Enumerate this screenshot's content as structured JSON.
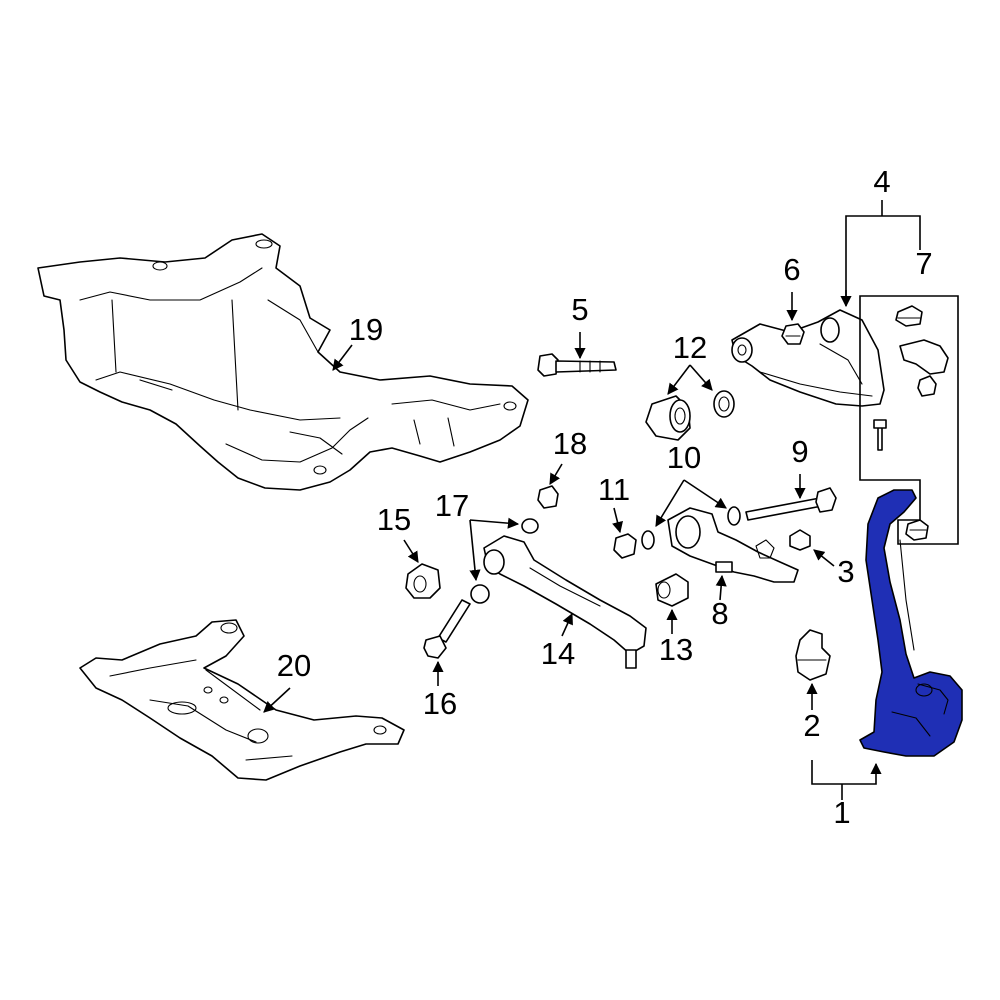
{
  "diagram": {
    "highlight_color": "#1f2fb5",
    "callouts": [
      {
        "id": "1",
        "label": "1"
      },
      {
        "id": "2",
        "label": "2"
      },
      {
        "id": "3",
        "label": "3"
      },
      {
        "id": "4",
        "label": "4"
      },
      {
        "id": "5",
        "label": "5"
      },
      {
        "id": "6",
        "label": "6"
      },
      {
        "id": "7",
        "label": "7"
      },
      {
        "id": "8",
        "label": "8"
      },
      {
        "id": "9",
        "label": "9"
      },
      {
        "id": "10",
        "label": "10"
      },
      {
        "id": "11",
        "label": "11"
      },
      {
        "id": "12",
        "label": "12"
      },
      {
        "id": "13",
        "label": "13"
      },
      {
        "id": "14",
        "label": "14"
      },
      {
        "id": "15",
        "label": "15"
      },
      {
        "id": "16",
        "label": "16"
      },
      {
        "id": "17",
        "label": "17"
      },
      {
        "id": "18",
        "label": "18"
      },
      {
        "id": "19",
        "label": "19"
      },
      {
        "id": "20",
        "label": "20"
      }
    ]
  }
}
